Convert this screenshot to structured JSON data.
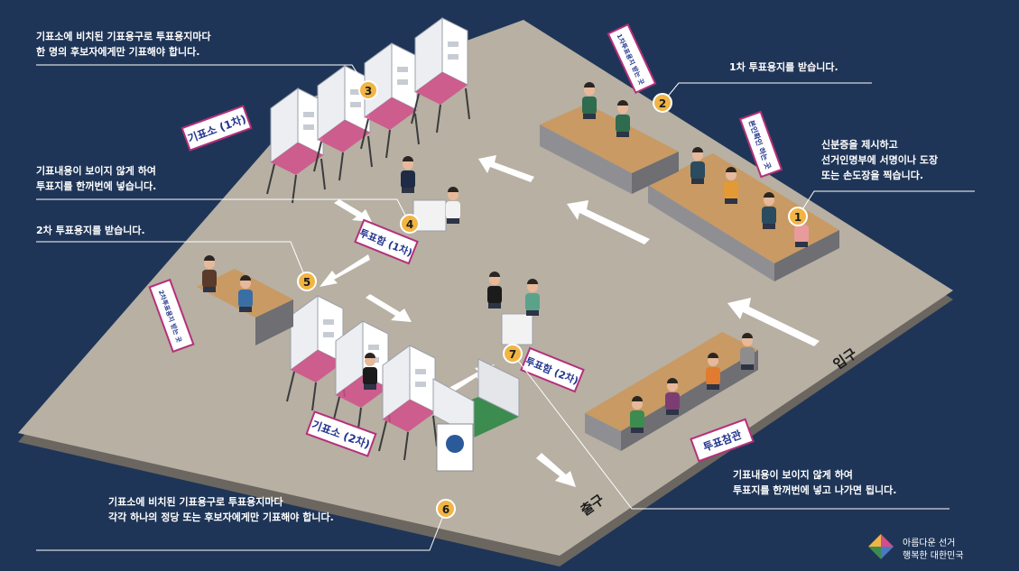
{
  "colors": {
    "background": "#1f3557",
    "floor": "#b7b0a3",
    "floor_edge": "#6b6660",
    "desk_top": "#c99a63",
    "desk_side": "#8f8f93",
    "marker": "#f2b544",
    "arrow": "#ffffff",
    "sign_border": "#b5307a",
    "sign_text": "#23358f",
    "booth_green": "#3c8b4f"
  },
  "steps": [
    {
      "number": "1",
      "text_lines": [
        "신분증을 제시하고",
        "선거인명부에 서명이나 도장",
        "또는 손도장을 찍습니다."
      ]
    },
    {
      "number": "2",
      "text_lines": [
        "1차 투표용지를 받습니다."
      ]
    },
    {
      "number": "3",
      "text_lines": [
        "기표소에 비치된 기표용구로 투표용지마다",
        "한 명의 후보자에게만 기표해야 합니다."
      ]
    },
    {
      "number": "4",
      "text_lines": [
        "기표내용이 보이지 않게 하여",
        "투표지를 한꺼번에 넣습니다."
      ]
    },
    {
      "number": "5",
      "text_lines": [
        "2차 투표용지를 받습니다."
      ]
    },
    {
      "number": "6",
      "text_lines": [
        "기표소에 비치된 기표용구로 투표용지마다",
        "각각 하나의 정당 또는 후보자에게만 기표해야 합니다."
      ]
    },
    {
      "number": "7",
      "text_lines": [
        "기표내용이 보이지 않게 하여",
        "투표지를 한꺼번에 넣고 나가면 됩니다."
      ]
    }
  ],
  "signs": {
    "booth_1": "기표소 (1차)",
    "booth_2": "기표소 (2차)",
    "ballot_box_1": "투표함 (1차)",
    "ballot_box_2": "투표함 (2차)",
    "observers": "투표참관",
    "id_check": "본인확인 하는 곳",
    "first_ballot_desk": "1차투표용지 받는 곳",
    "second_ballot_desk": "2차투표용지 받는 곳"
  },
  "labels": {
    "entrance": "입구",
    "exit": "출구"
  },
  "brand": {
    "line1": "아름다운 선거",
    "line2": "행복한 대한민국"
  }
}
